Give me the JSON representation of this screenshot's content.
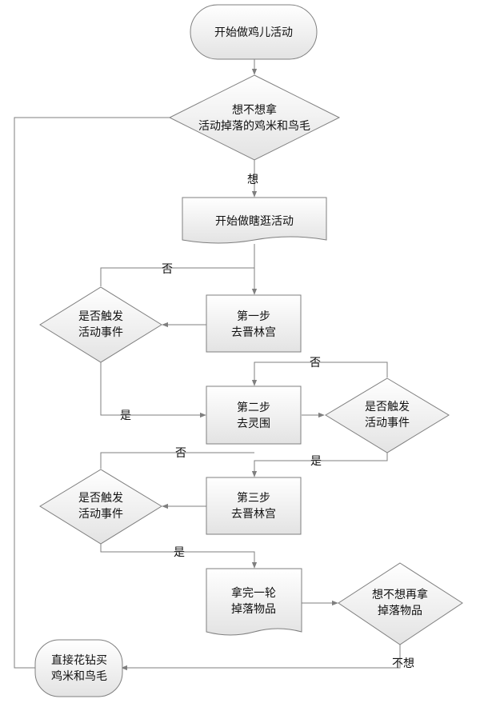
{
  "nodes": {
    "start": "开始做鸡儿活动",
    "want_drop": [
      "想不想拿",
      "活动掉落的鸡米和鸟毛"
    ],
    "start_main": "开始做瞎逛活动",
    "step1": [
      "第一步",
      "去晋林宫"
    ],
    "check1": [
      "是否触发",
      "活动事件"
    ],
    "step2": [
      "第二步",
      "去灵围"
    ],
    "check2": [
      "是否触发",
      "活动事件"
    ],
    "step3": [
      "第三步",
      "去晋林宫"
    ],
    "check3": [
      "是否触发",
      "活动事件"
    ],
    "collect": [
      "拿完一轮",
      "掉落物品"
    ],
    "again": [
      "想不想再拿",
      "掉落物品"
    ],
    "buy": [
      "直接花钻买",
      "鸡米和鸟毛"
    ]
  },
  "edges": {
    "want": "想",
    "no1": "否",
    "yes1": "是",
    "no2": "否",
    "yes2": "是",
    "no3": "否",
    "yes3": "是",
    "not_want": "不想"
  },
  "colors": {
    "stroke": "#7f7f7f",
    "fill_top": "#ffffff",
    "fill_bottom": "#e6e6e6",
    "text": "#111111"
  }
}
